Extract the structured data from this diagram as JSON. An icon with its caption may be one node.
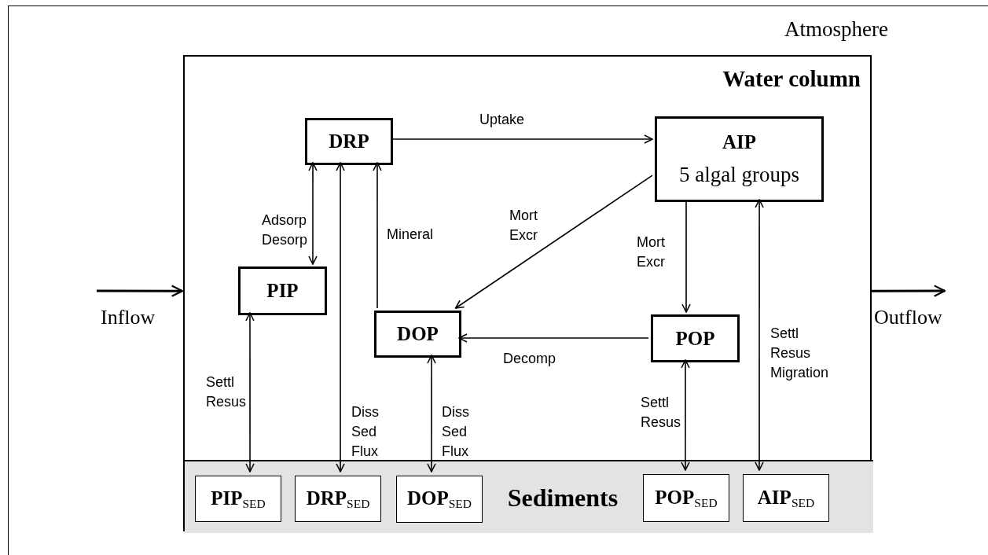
{
  "diagram": {
    "nodes": [
      {
        "text": [
          "Atmosphere"
        ]
      },
      {
        "text": [
          "Water column"
        ],
        "in": 0
      },
      {
        "text": [
          "DRP"
        ],
        "in": 1
      },
      {
        "text": [
          "AIP",
          "5 algal groups"
        ],
        "in": 1
      },
      {
        "text": [
          "PIP"
        ],
        "in": 1
      },
      {
        "text": [
          "DOP"
        ],
        "in": 1
      },
      {
        "text": [
          "POP"
        ],
        "in": 1
      },
      {
        "text": [
          "Sediments"
        ],
        "in": 1
      },
      {
        "text": [
          "PIP$_{SED}$"
        ],
        "in": 7
      },
      {
        "text": [
          "DRP$_{SED}$"
        ],
        "in": 7
      },
      {
        "text": [
          "DOP$_{SED}$"
        ],
        "in": 7
      },
      {
        "text": [
          "POP$_{SED}$"
        ],
        "in": 7
      },
      {
        "text": [
          "AIP$_{SED}$"
        ],
        "in": 7
      }
    ],
    "edges": [
      {
        "from": 2,
        "to": 3,
        "arrow": "to",
        "label": "Uptake"
      },
      {
        "from": 2,
        "to": 4,
        "arrow": "both",
        "label": "Adsorp Desorp"
      },
      {
        "from": 2,
        "to": 9,
        "arrow": "both",
        "label": "Diss Sed Flux"
      },
      {
        "from": 5,
        "to": 2,
        "arrow": "to",
        "label": "Mineral"
      },
      {
        "from": 3,
        "to": 5,
        "arrow": "to",
        "label": "Mort Excr"
      },
      {
        "from": 3,
        "to": 6,
        "arrow": "to",
        "label": "Mort Excr"
      },
      {
        "from": 6,
        "to": 5,
        "arrow": "to",
        "label": "Decomp"
      },
      {
        "from": 4,
        "to": 8,
        "arrow": "both",
        "label": "Settl Resus"
      },
      {
        "from": 5,
        "to": 10,
        "arrow": "both",
        "label": "Diss Sed Flux"
      },
      {
        "from": 6,
        "to": 11,
        "arrow": "both",
        "label": "Settl Resus"
      },
      {
        "from": 3,
        "to": 12,
        "arrow": "both",
        "label": "Settl Resus Migration"
      },
      {
        "from": null,
        "to": 1,
        "arrow": "to",
        "label": "Inflow"
      },
      {
        "from": 1,
        "to": null,
        "arrow": "to",
        "label": "Outflow"
      }
    ]
  }
}
